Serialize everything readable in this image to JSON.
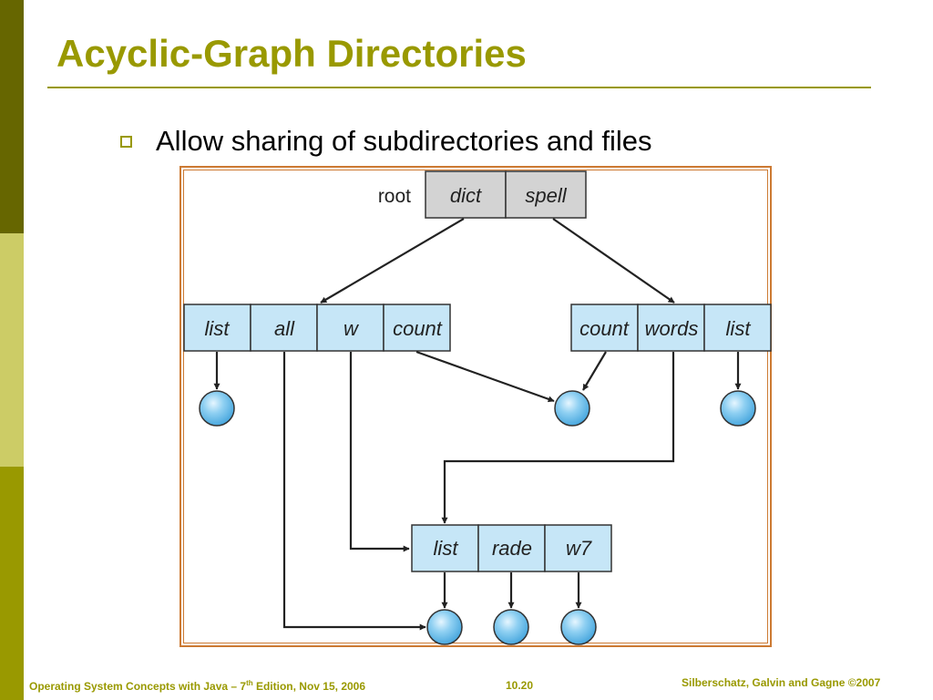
{
  "slide": {
    "title": "Acyclic-Graph Directories",
    "bullet": "Allow sharing of subdirectories and files"
  },
  "diagram": {
    "root_label": "root",
    "root_dir": [
      "dict",
      "spell"
    ],
    "dict_dir": [
      "list",
      "all",
      "w",
      "count"
    ],
    "spell_dir": [
      "count",
      "words",
      "list"
    ],
    "shared_dir": [
      "list",
      "rade",
      "w7"
    ]
  },
  "footer": {
    "left_pre": "Operating System Concepts with Java – 7",
    "left_sup": "th",
    "left_post": " Edition, Nov 15, 2006",
    "page": "10.20",
    "right": "Silberschatz, Galvin and Gagne ©2007"
  },
  "colors": {
    "accent": "#999900",
    "sidebar_dark": "#666600",
    "sidebar_light": "#cccc66",
    "figure_frame": "#cc7a33",
    "root_cell": "#d3d3d3",
    "dir_cell": "#c6e6f7",
    "file_node": "#7cc8ef"
  }
}
